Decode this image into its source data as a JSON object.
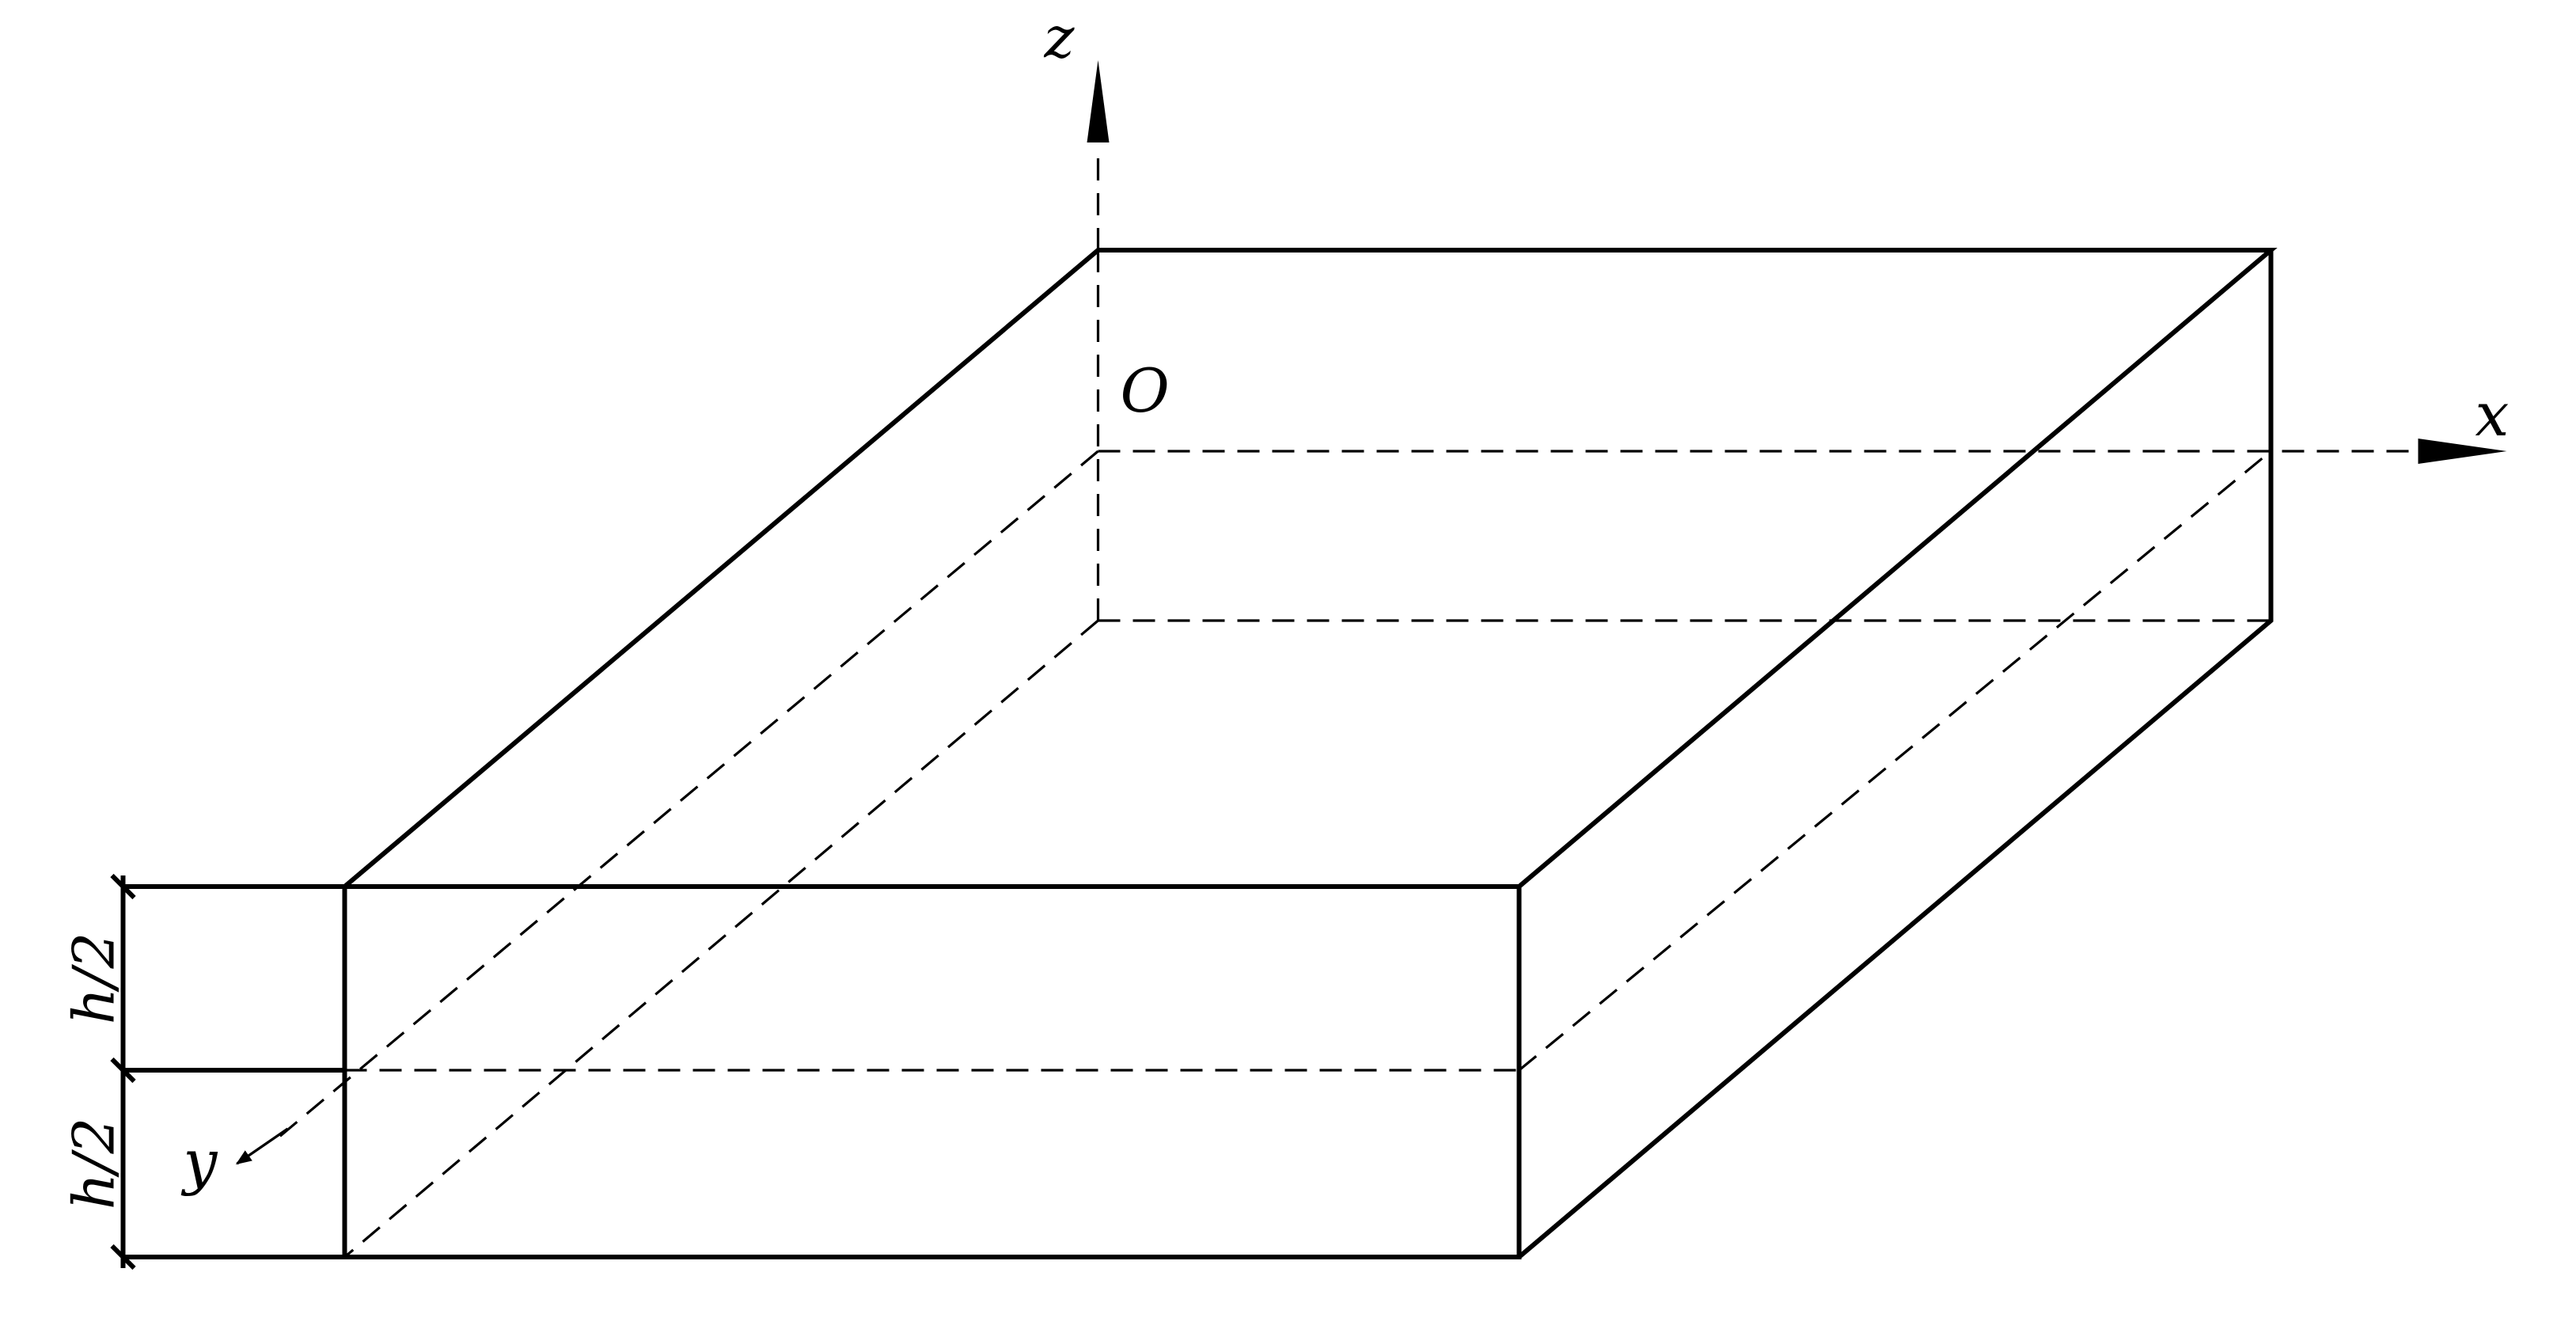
{
  "axes": {
    "x": "x",
    "y": "y",
    "z": "z",
    "origin": "O"
  },
  "dimensions": {
    "upper": "h/2",
    "lower": "h/2"
  },
  "colors": {
    "line": "#000000",
    "background": "#ffffff"
  }
}
